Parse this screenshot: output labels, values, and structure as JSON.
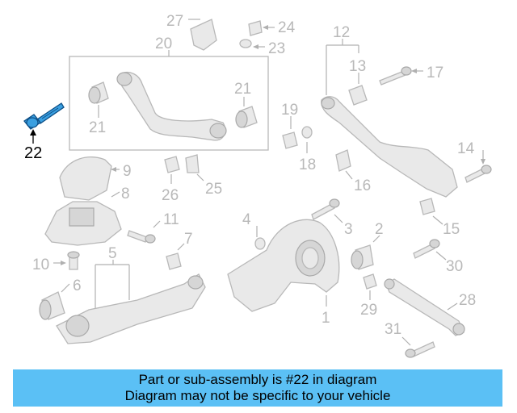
{
  "banner": {
    "line1": "Part or sub-assembly is #22 in diagram",
    "line2": "Diagram may not be specific to your vehicle"
  },
  "highlight": {
    "number": "22",
    "color": "#3a9fe0"
  },
  "callouts": [
    "1",
    "2",
    "3",
    "4",
    "5",
    "6",
    "7",
    "8",
    "9",
    "10",
    "11",
    "12",
    "13",
    "14",
    "15",
    "16",
    "17",
    "18",
    "19",
    "20",
    "21",
    "21",
    "23",
    "24",
    "25",
    "26",
    "27",
    "28",
    "29",
    "30",
    "31"
  ],
  "colors": {
    "line_art": "#b8b8b8",
    "banner": "#5bc0f5",
    "highlight": "#3a9fe0"
  }
}
